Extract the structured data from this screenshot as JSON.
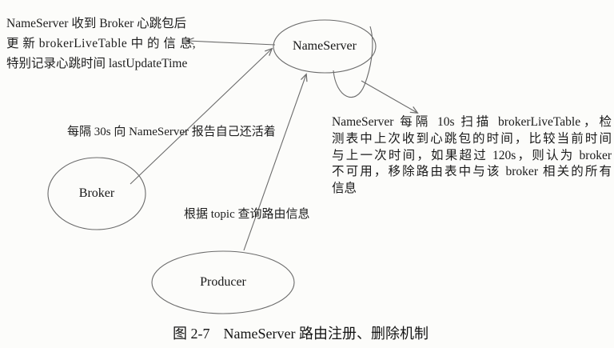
{
  "diagram": {
    "nodes": {
      "nameserver": {
        "label": "NameServer"
      },
      "broker": {
        "label": "Broker"
      },
      "producer": {
        "label": "Producer"
      }
    },
    "notes": {
      "heartbeat_update": {
        "lines": [
          "NameServer 收到 Broker 心跳包后",
          "更 新 brokerLiveTable 中 的 信 息,",
          "特别记录心跳时间 lastUpdateTime"
        ]
      },
      "broker_report": "每隔 30s 向 NameServer 报告自己还活着",
      "topic_query": "根据 topic 查询路由信息",
      "scan_remove": {
        "lines": [
          "NameServer 每隔 10s 扫描 brokerLiveTable，检",
          "测表中上次收到心跳包的时间，比较当前时间",
          "与上一次时间，如果超过 120s，则认为 broker",
          "不可用，移除路由表中与该 broker 相关的所有",
          "信息"
        ]
      }
    },
    "caption": {
      "number": "图 2-7",
      "title": "NameServer 路由注册、删除机制"
    },
    "colors": {
      "line": "#6b6b6b",
      "text": "#1e1e1e",
      "background": "#fcfcfa"
    }
  }
}
